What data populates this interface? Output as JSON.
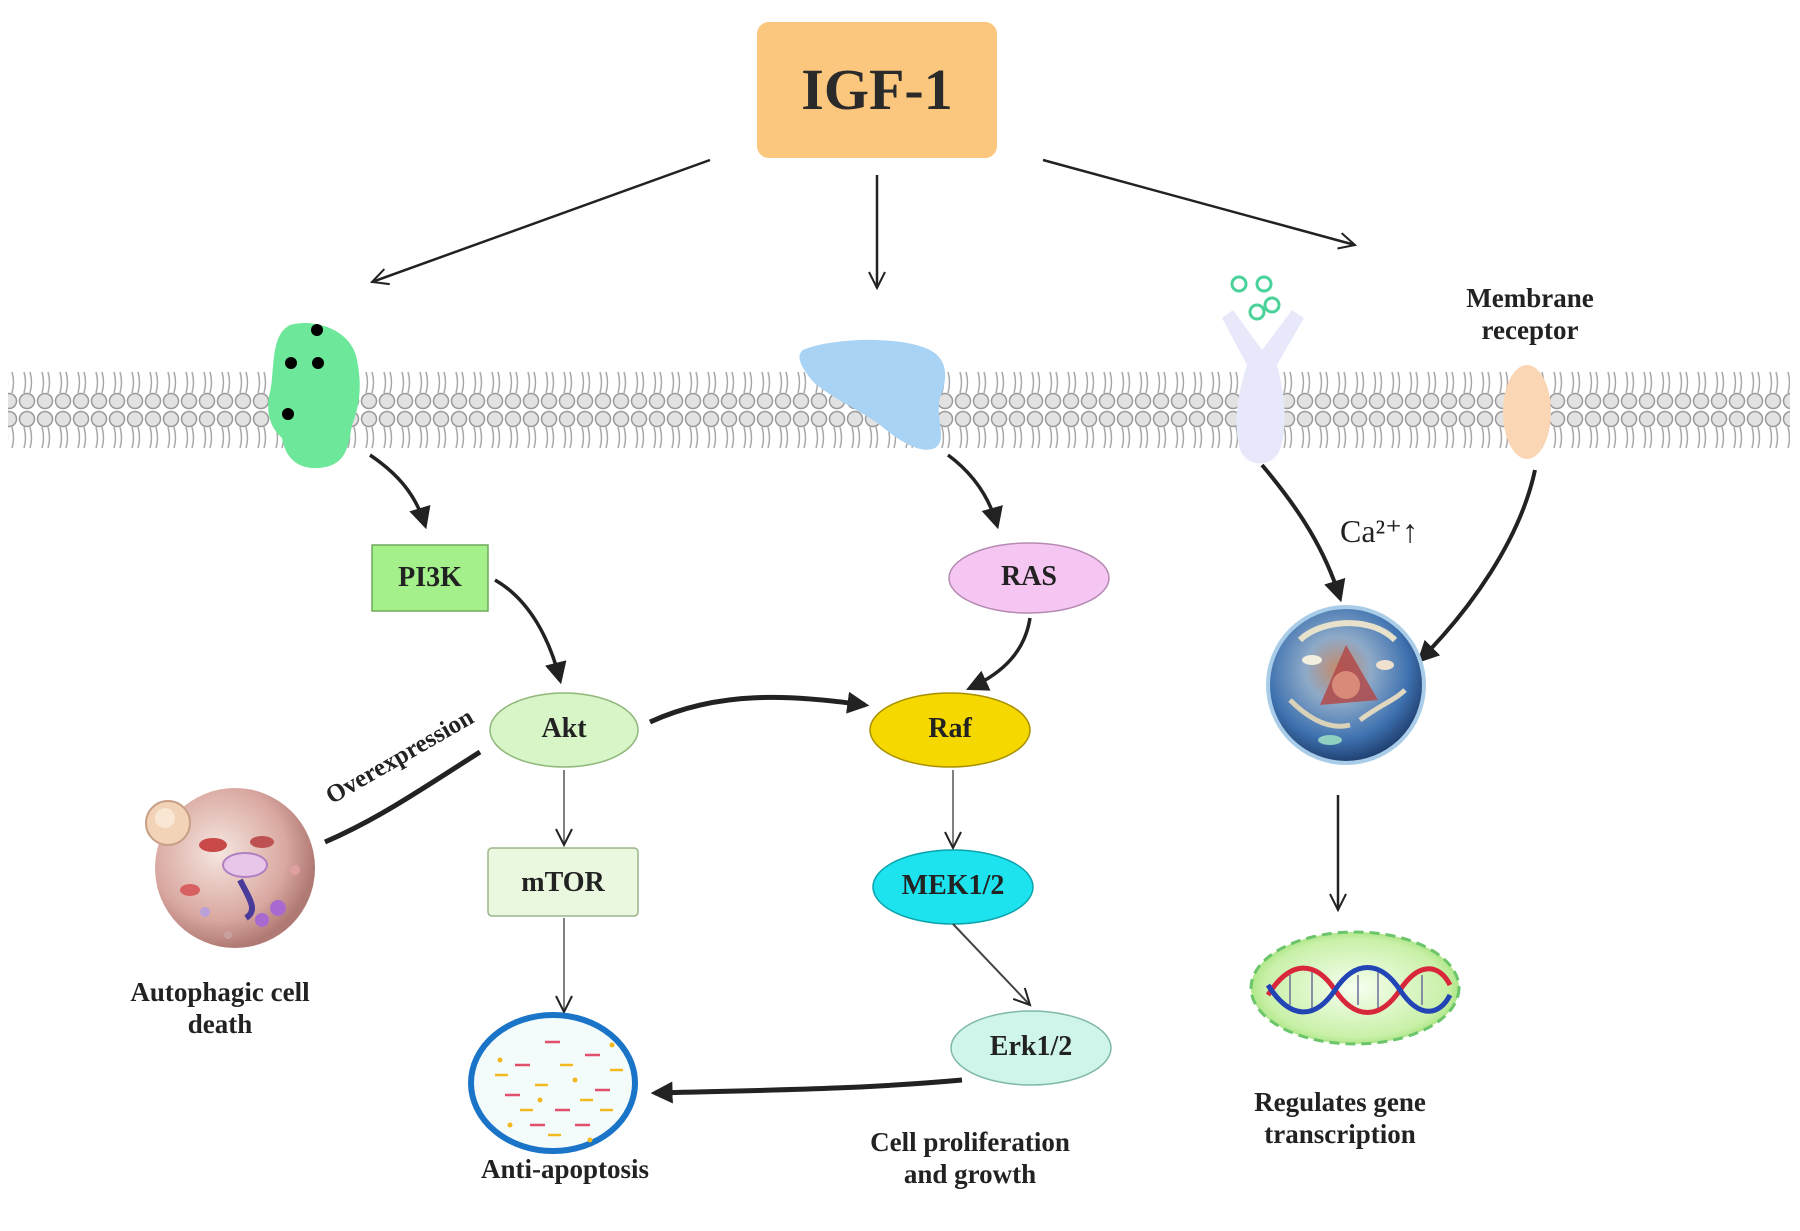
{
  "diagram": {
    "source": "IGF-1",
    "colors": {
      "igf1_box": "#fbc67d",
      "pi3k_box": "#a4f08a",
      "akt": "#d7f5c7",
      "mtor": "#eaf8e0",
      "ras": "#f4c6f1",
      "raf": "#f5d800",
      "mek": "#1de3ef",
      "erk": "#cff5ea",
      "green_receptor": "#6de89a",
      "blue_receptor": "#a9d3f4",
      "lilac_receptor": "#e7e9fb",
      "orange_receptor": "#fad6b5",
      "membrane": "#d9d9d9",
      "apoptosis_ring": "#1a74c8",
      "arrow": "#222222"
    },
    "nodes": {
      "pi3k": "PI3K",
      "akt": "Akt",
      "mtor": "mTOR",
      "ras": "RAS",
      "raf": "Raf",
      "mek": "MEK1/2",
      "erk": "Erk1/2"
    },
    "labels": {
      "membrane_receptor_line1": "Membrane",
      "membrane_receptor_line2": "receptor",
      "calcium": "Ca²⁺↑",
      "overexpression": "Overexpression",
      "autophagic_line1": "Autophagic cell",
      "autophagic_line2": "death",
      "anti_apoptosis": "Anti-apoptosis",
      "proliferation_line1": "Cell proliferation",
      "proliferation_line2": "and growth",
      "gene_line1": "Regulates gene",
      "gene_line2": "transcription"
    },
    "icons": {
      "cell_icon": "cell-nucleus-icon",
      "dna_icon": "dna-helix-icon",
      "autophagy_icon": "autophagic-cell-icon",
      "apoptosis_icon": "anti-apoptosis-cell-icon"
    }
  }
}
